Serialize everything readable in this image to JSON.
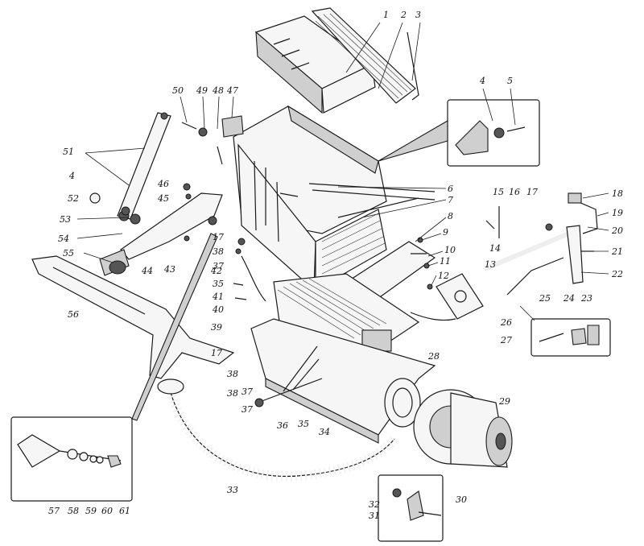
{
  "diagram": {
    "callouts": [
      {
        "id": "c1",
        "text": "1"
      },
      {
        "id": "c2",
        "text": "2"
      },
      {
        "id": "c3",
        "text": "3"
      },
      {
        "id": "c4a",
        "text": "4"
      },
      {
        "id": "c5",
        "text": "5"
      },
      {
        "id": "c6",
        "text": "6"
      },
      {
        "id": "c7",
        "text": "7"
      },
      {
        "id": "c8",
        "text": "8"
      },
      {
        "id": "c9",
        "text": "9"
      },
      {
        "id": "c10",
        "text": "10"
      },
      {
        "id": "c11",
        "text": "11"
      },
      {
        "id": "c12",
        "text": "12"
      },
      {
        "id": "c13",
        "text": "13"
      },
      {
        "id": "c14",
        "text": "14"
      },
      {
        "id": "c15",
        "text": "15"
      },
      {
        "id": "c16",
        "text": "16"
      },
      {
        "id": "c17a",
        "text": "17"
      },
      {
        "id": "c18",
        "text": "18"
      },
      {
        "id": "c19",
        "text": "19"
      },
      {
        "id": "c20",
        "text": "20"
      },
      {
        "id": "c21",
        "text": "21"
      },
      {
        "id": "c22",
        "text": "22"
      },
      {
        "id": "c23",
        "text": "23"
      },
      {
        "id": "c24",
        "text": "24"
      },
      {
        "id": "c25",
        "text": "25"
      },
      {
        "id": "c26",
        "text": "26"
      },
      {
        "id": "c27",
        "text": "27"
      },
      {
        "id": "c28",
        "text": "28"
      },
      {
        "id": "c29",
        "text": "29"
      },
      {
        "id": "c30",
        "text": "30"
      },
      {
        "id": "c31",
        "text": "31"
      },
      {
        "id": "c32",
        "text": "32"
      },
      {
        "id": "c33",
        "text": "33"
      },
      {
        "id": "c34",
        "text": "34"
      },
      {
        "id": "c35a",
        "text": "35"
      },
      {
        "id": "c36",
        "text": "36"
      },
      {
        "id": "c37a",
        "text": "37"
      },
      {
        "id": "c38a",
        "text": "38"
      },
      {
        "id": "c39",
        "text": "39"
      },
      {
        "id": "c40",
        "text": "40"
      },
      {
        "id": "c41",
        "text": "41"
      },
      {
        "id": "c42",
        "text": "42"
      },
      {
        "id": "c43",
        "text": "43"
      },
      {
        "id": "c44",
        "text": "44"
      },
      {
        "id": "c45",
        "text": "45"
      },
      {
        "id": "c46",
        "text": "46"
      },
      {
        "id": "c47",
        "text": "47"
      },
      {
        "id": "c48",
        "text": "48"
      },
      {
        "id": "c49",
        "text": "49"
      },
      {
        "id": "c50",
        "text": "50"
      },
      {
        "id": "c51",
        "text": "51"
      },
      {
        "id": "c4b",
        "text": "4"
      },
      {
        "id": "c52",
        "text": "52"
      },
      {
        "id": "c53",
        "text": "53"
      },
      {
        "id": "c54",
        "text": "54"
      },
      {
        "id": "c55",
        "text": "55"
      },
      {
        "id": "c56",
        "text": "56"
      },
      {
        "id": "c17b",
        "text": "17"
      },
      {
        "id": "c38b",
        "text": "38"
      },
      {
        "id": "c37b",
        "text": "37"
      },
      {
        "id": "c35b",
        "text": "35"
      },
      {
        "id": "c17c",
        "text": "17"
      },
      {
        "id": "c38c",
        "text": "38"
      },
      {
        "id": "c37c",
        "text": "37"
      },
      {
        "id": "c57",
        "text": "57"
      },
      {
        "id": "c58",
        "text": "58"
      },
      {
        "id": "c59",
        "text": "59"
      },
      {
        "id": "c60",
        "text": "60"
      },
      {
        "id": "c61",
        "text": "61"
      }
    ]
  }
}
